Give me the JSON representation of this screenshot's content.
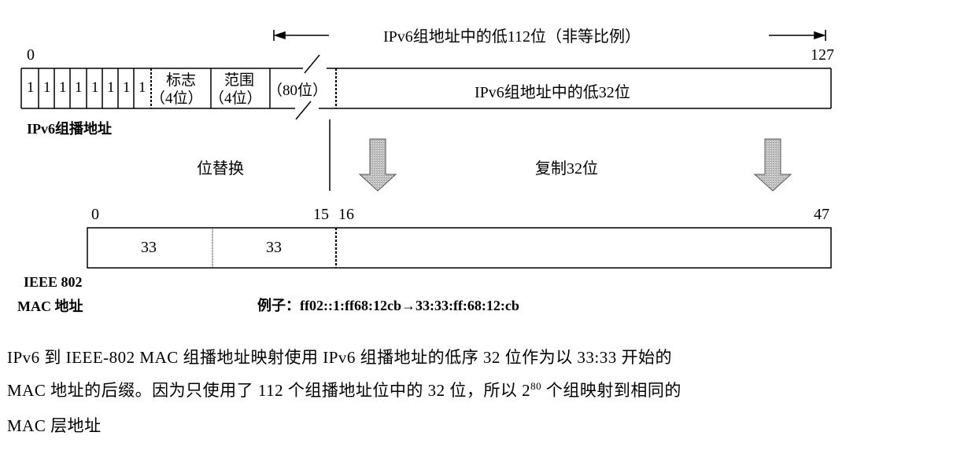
{
  "top_range": {
    "label": "IPv6组地址中的低112位（非等比例）"
  },
  "top_bits": {
    "start": "0",
    "end": "127"
  },
  "ipv6_fields": {
    "ones": [
      "1",
      "1",
      "1",
      "1",
      "1",
      "1",
      "1",
      "1"
    ],
    "flags_line1": "标志",
    "flags_line2": "（4位）",
    "scope_line1": "范围",
    "scope_line2": "（4位）",
    "gap": "（80位）",
    "low32": "IPv6组地址中的低32位"
  },
  "ipv6_label": "IPv6组播地址",
  "bit_replace_label": "位替换",
  "copy_label": "复制32位",
  "mac_bits": {
    "start": "0",
    "b15": "15",
    "b16": "16",
    "end": "47"
  },
  "mac_fields": {
    "f1": "33",
    "f2": "33"
  },
  "mac_label": {
    "line1": "IEEE 802",
    "line2": "MAC 地址"
  },
  "example": "例子：ff02::1:ff68:12cb→33:33:ff:68:12:cb",
  "caption": {
    "line1": "IPv6 到 IEEE-802 MAC 组播地址映射使用 IPv6 组播地址的低序 32 位作为以 33:33 开始的",
    "line2a": "MAC 地址的后缀。因为只使用了 112 个组播地址位中的 32 位，所以 2",
    "line2sup": "80",
    "line2b": " 个组映射到相同的",
    "line3": "MAC 层地址"
  }
}
